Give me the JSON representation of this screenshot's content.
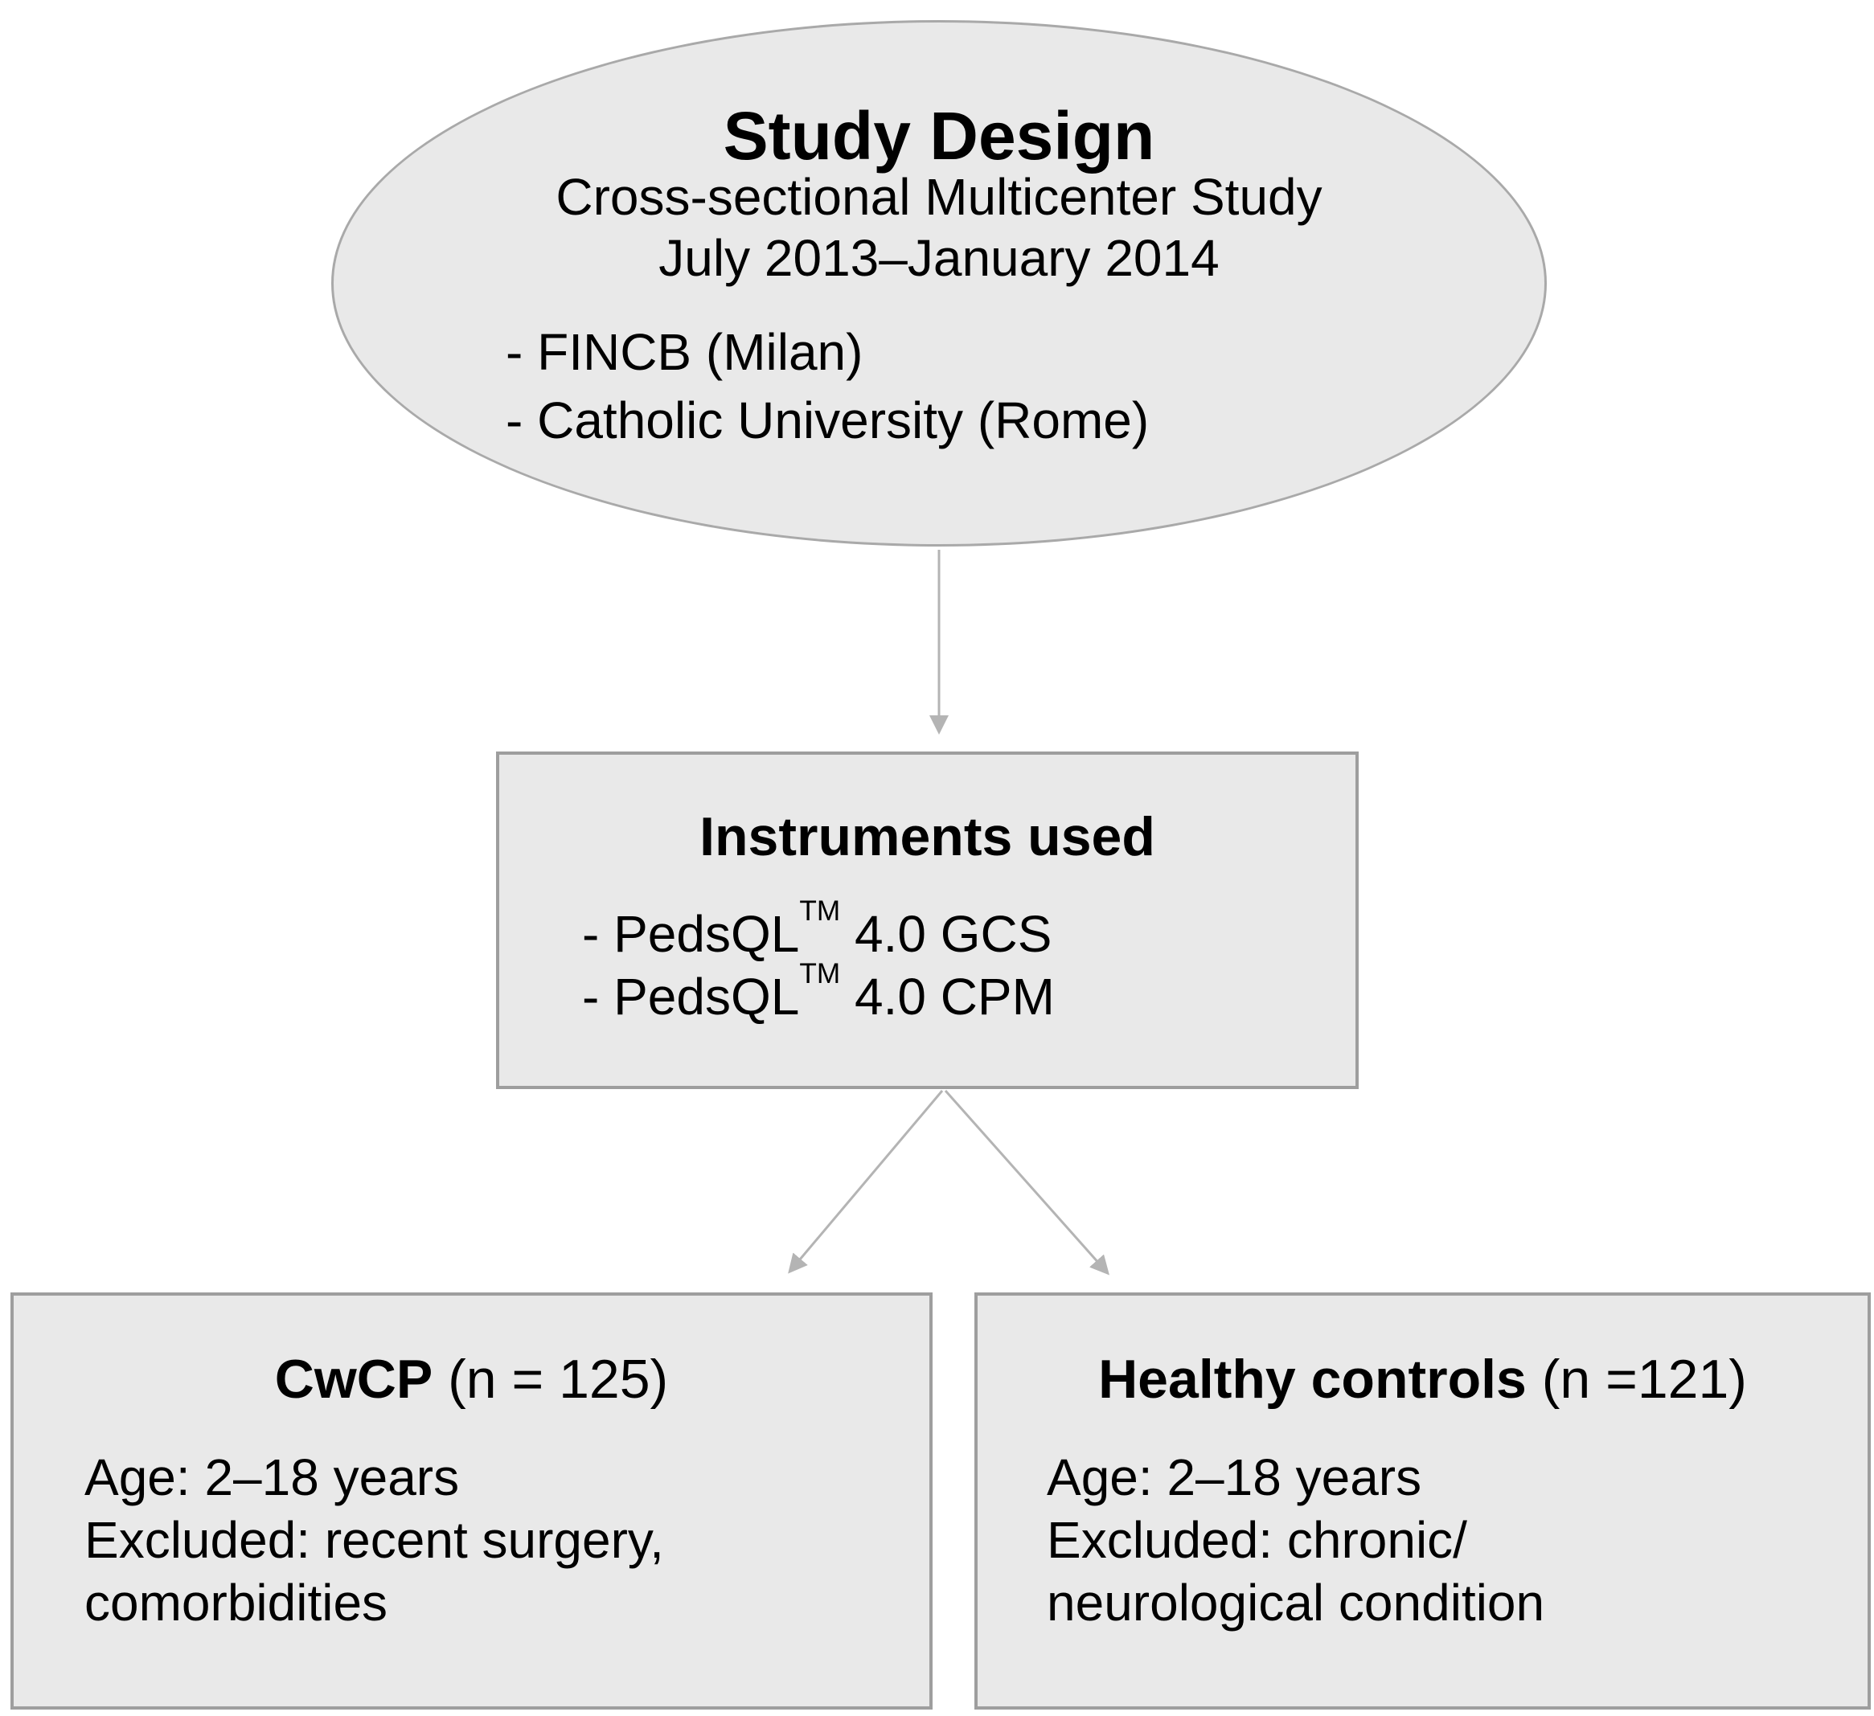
{
  "colors": {
    "background": "#ffffff",
    "node-fill": "#e9e9e9",
    "ellipse-border": "#a9a9a9",
    "box-border": "#9e9e9e",
    "arrow": "#b4b4b4",
    "text": "#000000"
  },
  "study_design": {
    "title": "Study Design",
    "subtitle": "Cross-sectional Multicenter Study",
    "dates": "July 2013–January 2014",
    "sites": [
      "- FINCB (Milan)",
      "- Catholic University (Rome)"
    ]
  },
  "instruments": {
    "title": "Instruments used",
    "items": [
      {
        "pre": "- PedsQL",
        "sup": "TM",
        "post": " 4.0 GCS"
      },
      {
        "pre": "- PedsQL",
        "sup": "TM",
        "post": " 4.0 CPM"
      }
    ]
  },
  "cwcp_group": {
    "title_bold": "CwCP",
    "title_rest": " (n = 125)",
    "details": [
      "Age: 2–18 years",
      "Excluded: recent surgery,",
      "comorbidities"
    ]
  },
  "control_group": {
    "title_bold": "Healthy controls",
    "title_rest": " (n =121)",
    "details": [
      "Age: 2–18 years",
      "Excluded: chronic/",
      "neurological condition"
    ]
  }
}
